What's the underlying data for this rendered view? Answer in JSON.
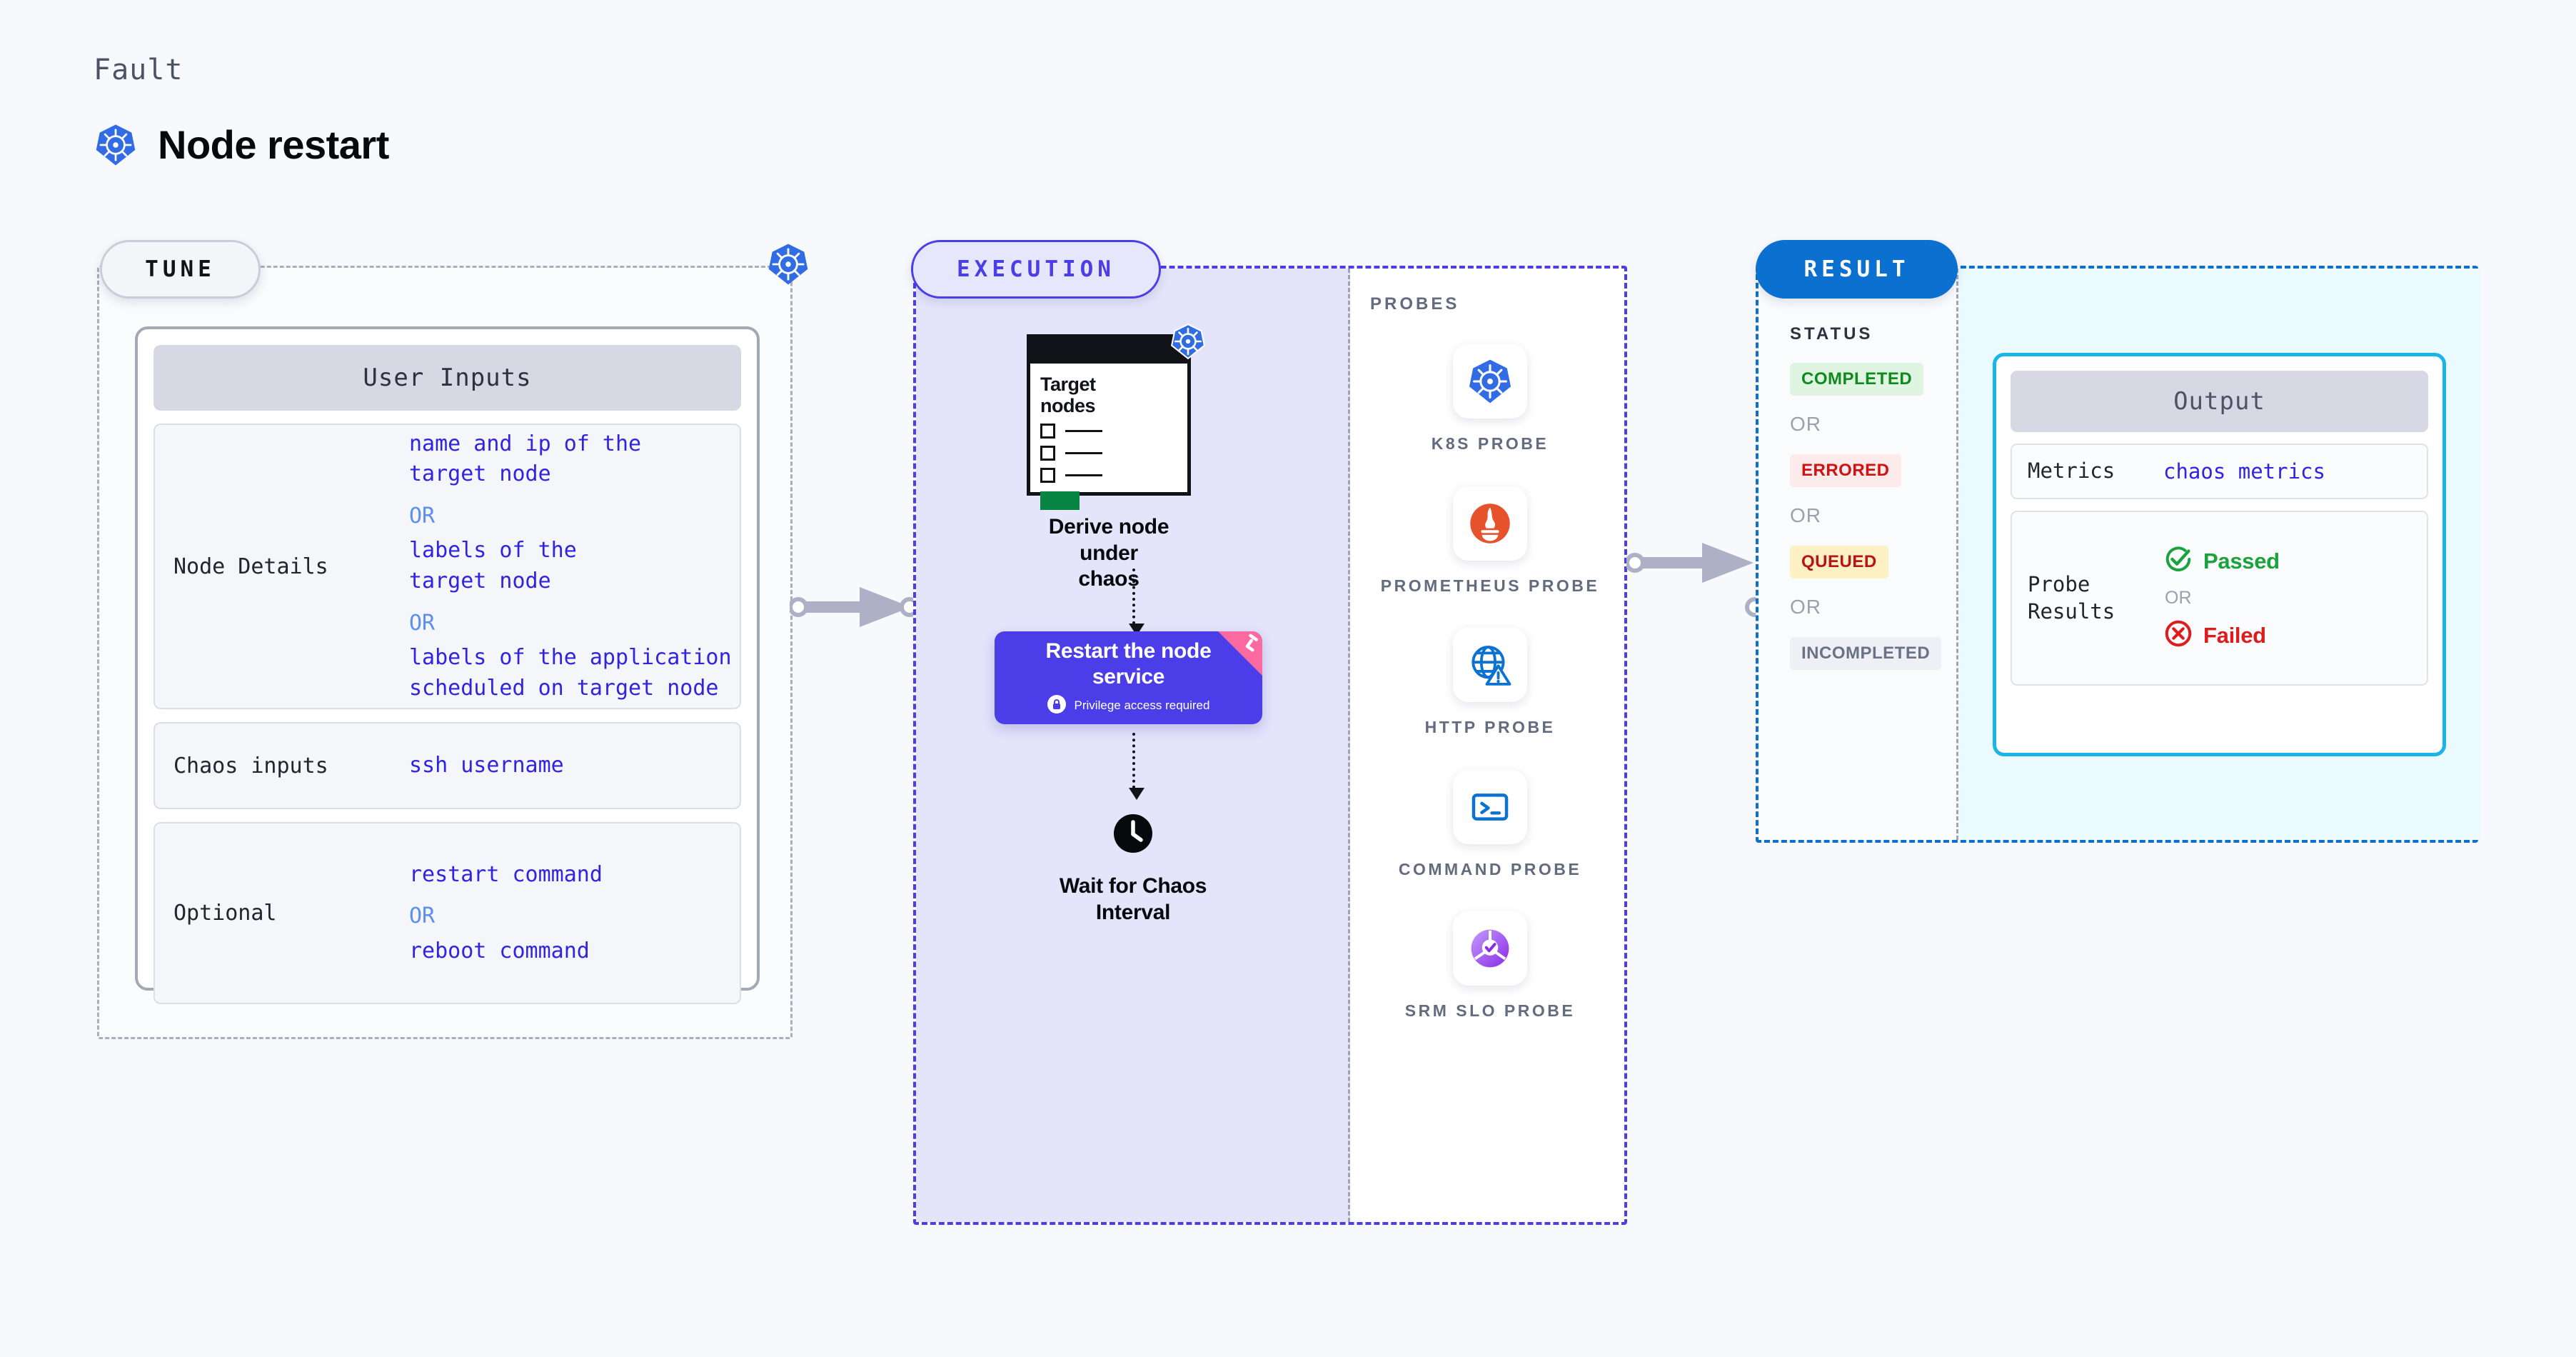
{
  "header": {
    "eyebrow": "Fault",
    "title": "Node restart",
    "icon": "kubernetes-icon"
  },
  "stages": {
    "tune": "TUNE",
    "execution": "EXECUTION",
    "result": "RESULT"
  },
  "tune": {
    "card_title": "User Inputs",
    "corner_icon": "kubernetes-icon",
    "rows": [
      {
        "label": "Node Details",
        "values": [
          "name and ip of the",
          "target node"
        ],
        "or": "OR",
        "values2": [
          "labels of the",
          "target node"
        ],
        "or2": "OR",
        "values3": [
          "labels of the application",
          " scheduled on target node"
        ]
      },
      {
        "label": "Chaos inputs",
        "value": "ssh username"
      },
      {
        "label": "Optional",
        "value1": "restart command",
        "or": "OR",
        "value2": "reboot command"
      }
    ]
  },
  "execution": {
    "target_card": {
      "title_line1": "Target",
      "title_line2": "nodes",
      "badge_icon": "kubernetes-icon",
      "checkbox_rows": 3,
      "accent_color": "#098543"
    },
    "derive_label_line1": "Derive node under",
    "derive_label_line2": "chaos",
    "restart_card": {
      "title_line1": "Restart the node",
      "title_line2": "service",
      "privilege_note": "Privilege access required",
      "lock_icon": "lock-icon",
      "ribbon_icon": "stopwatch-ribbon-icon",
      "color": "#4b3ee8"
    },
    "wait_step": {
      "icon": "clock-icon",
      "label_line1": "Wait for Chaos",
      "label_line2": "Interval"
    },
    "probes_label": "PROBES",
    "probes": [
      {
        "name": "K8S PROBE",
        "icon": "kubernetes-icon"
      },
      {
        "name": "PROMETHEUS PROBE",
        "icon": "prometheus-icon"
      },
      {
        "name": "HTTP PROBE",
        "icon": "globe-warning-icon"
      },
      {
        "name": "COMMAND PROBE",
        "icon": "terminal-icon"
      },
      {
        "name": "SRM SLO PROBE",
        "icon": "srm-slo-donut-icon"
      }
    ]
  },
  "result": {
    "status_label": "STATUS",
    "statuses": [
      {
        "text": "COMPLETED",
        "bg": "#dff5e1",
        "fg": "#0f8a1e"
      },
      {
        "text": "ERRORED",
        "bg": "#fdeaea",
        "fg": "#cf1212"
      },
      {
        "text": "QUEUED",
        "bg": "#fdf0c4",
        "fg": "#b71414"
      },
      {
        "text": "INCOMPLETED",
        "bg": "#eef0f6",
        "fg": "#6b7286"
      }
    ],
    "or": "OR",
    "output": {
      "card_title": "Output",
      "metrics_label": "Metrics",
      "metrics_value": "chaos metrics",
      "probe_label_line1": "Probe",
      "probe_label_line2": "Results",
      "passed": "Passed",
      "failed": "Failed",
      "or": "OR",
      "passed_color": "#19a33a",
      "failed_color": "#e01b1b",
      "border_color": "#1ab4e8"
    }
  }
}
